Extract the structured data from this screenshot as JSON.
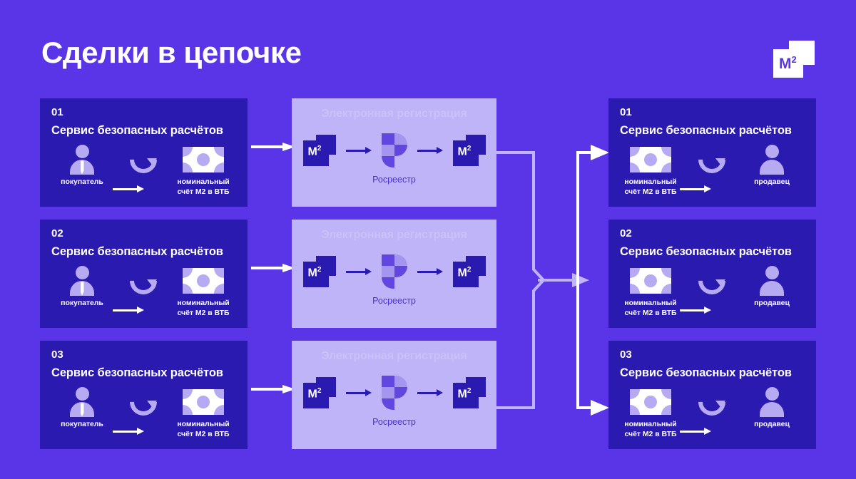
{
  "page": {
    "title": "Сделки в цепочке",
    "background_color": "#5a35e8"
  },
  "brand": {
    "name": "M2",
    "mark_letter": "M",
    "mark_sup": "2",
    "colors": {
      "square": "#ffffff",
      "text": "#5a35e8"
    }
  },
  "colors": {
    "card_dark": "#2a1ab0",
    "card_light": "#bfb4f7",
    "icon_light": "#b6aaf2",
    "accent_text": "#4c2fd6",
    "arrow_white": "#ffffff"
  },
  "labels": {
    "service_title": "Сервис безопасных расчётов",
    "buyer": "покупатель",
    "seller": "продавец",
    "nominal_account": "номинальный\nсчёт M2 в ВТБ",
    "nominal_account_line1": "номинальный",
    "nominal_account_line2": "счёт M2 в ВТБ",
    "registration_title": "Электронная регистрация",
    "rosreestr": "Росреестр",
    "m2_letter": "M",
    "m2_sup": "2"
  },
  "rows": [
    {
      "number": "01",
      "left": {
        "number": "01",
        "title": "Сервис безопасных расчётов",
        "icons": [
          "person-buyer-icon",
          "refresh-icon",
          "banknote-icon"
        ],
        "captions": [
          "покупатель",
          "",
          "номинальный счёт M2 в ВТБ"
        ]
      },
      "middle": {
        "ghost_title": "Электронная регистрация",
        "nodes": [
          "m2-logo",
          "rosreestr-logo",
          "m2-logo"
        ],
        "caption": "Росреестр"
      },
      "right": {
        "number": "01",
        "title": "Сервис безопасных расчётов",
        "icons": [
          "banknote-icon",
          "refresh-icon",
          "person-seller-icon"
        ],
        "captions": [
          "номинальный счёт M2 в ВТБ",
          "",
          "продавец"
        ]
      }
    },
    {
      "number": "02",
      "left": {
        "number": "02",
        "title": "Сервис безопасных расчётов",
        "icons": [
          "person-buyer-icon",
          "refresh-icon",
          "banknote-icon"
        ],
        "captions": [
          "покупатель",
          "",
          "номинальный счёт M2 в ВТБ"
        ]
      },
      "middle": {
        "ghost_title": "Электронная регистрация",
        "nodes": [
          "m2-logo",
          "rosreestr-logo",
          "m2-logo"
        ],
        "caption": "Росреестр"
      },
      "right": {
        "number": "02",
        "title": "Сервис безопасных расчётов",
        "icons": [
          "banknote-icon",
          "refresh-icon",
          "person-seller-icon"
        ],
        "captions": [
          "номинальный счёт M2 в ВТБ",
          "",
          "продавец"
        ]
      }
    },
    {
      "number": "03",
      "left": {
        "number": "03",
        "title": "Сервис безопасных расчётов",
        "icons": [
          "person-buyer-icon",
          "refresh-icon",
          "banknote-icon"
        ],
        "captions": [
          "покупатель",
          "",
          "номинальный счёт M2 в ВТБ"
        ]
      },
      "middle": {
        "ghost_title": "Электронная регистрация",
        "nodes": [
          "m2-logo",
          "rosreestr-logo",
          "m2-logo"
        ],
        "caption": "Росреестр"
      },
      "right": {
        "number": "03",
        "title": "Сервис безопасных расчётов",
        "icons": [
          "banknote-icon",
          "refresh-icon",
          "person-seller-icon"
        ],
        "captions": [
          "номинальный счёт M2 в ВТБ",
          "",
          "продавец"
        ]
      }
    }
  ],
  "connectors": {
    "left_to_middle": "arrow-right",
    "middle_merge": "merge-three-into-one",
    "split_to_right": "split-one-into-three"
  }
}
